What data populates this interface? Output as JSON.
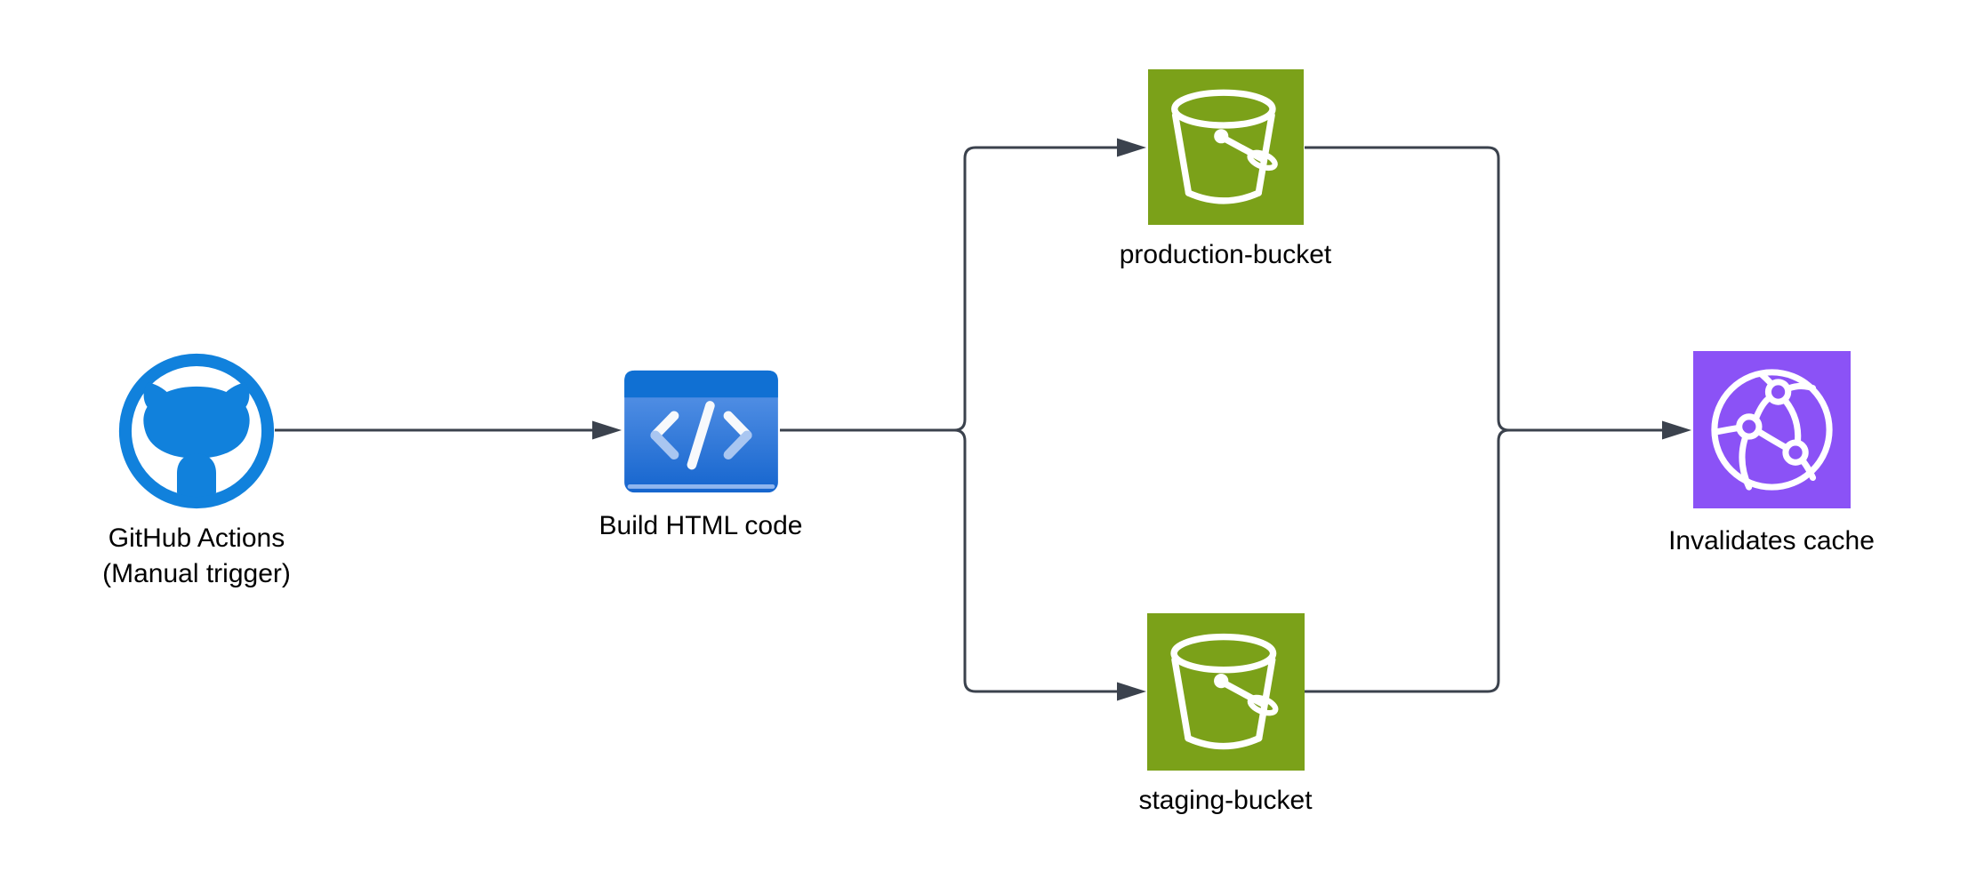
{
  "diagram": {
    "background_color": "#ffffff",
    "text_color": "#000000",
    "connector_color": "#3B424D",
    "nodes": {
      "github": {
        "label": "GitHub Actions",
        "sublabel": "(Manual trigger)",
        "icon": "github-octocat-icon",
        "icon_color": "#1181DC",
        "icon_background": "#ffffff"
      },
      "build": {
        "label": "Build HTML code",
        "icon": "code-window-icon",
        "band_color": "#1070D3",
        "body_top_color": "#5F98E9",
        "body_bottom_color": "#1565CE",
        "glyph_color": "#F7F9FC",
        "glyph_accent_color": "#A9C6F1",
        "shine_color": "#8FB5EE"
      },
      "production_bucket": {
        "label": "production-bucket",
        "icon": "s3-bucket-icon",
        "icon_color": "#7BA119",
        "glyph_color": "#FFFFFF"
      },
      "staging_bucket": {
        "label": "staging-bucket",
        "icon": "s3-bucket-icon",
        "icon_color": "#7BA119",
        "glyph_color": "#FFFFFF"
      },
      "cloudfront": {
        "label": "Invalidates cache",
        "icon": "cloudfront-globe-icon",
        "icon_color": "#8B52F6",
        "glyph_color": "#FFFFFF"
      }
    },
    "edges": [
      {
        "from": "github",
        "to": "build"
      },
      {
        "from": "build",
        "to": "production_bucket"
      },
      {
        "from": "build",
        "to": "staging_bucket"
      },
      {
        "from": "production_bucket",
        "to": "cloudfront"
      },
      {
        "from": "staging_bucket",
        "to": "cloudfront"
      }
    ]
  }
}
